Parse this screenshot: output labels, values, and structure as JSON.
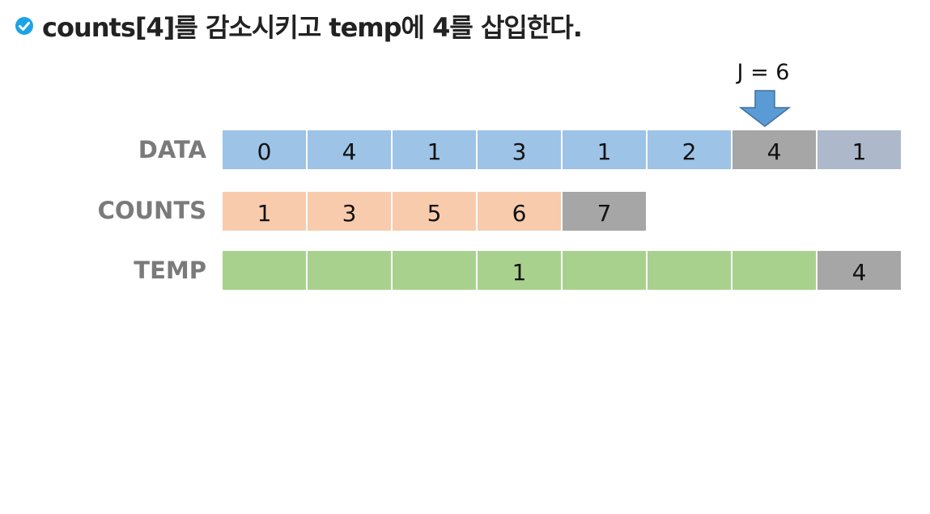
{
  "title": "counts[4]를 감소시키고 temp에 4를 삽입한다.",
  "pointer": {
    "label": "J = 6",
    "index": 6
  },
  "colors": {
    "data": "#9dc3e6",
    "data_last": "#adb9ca",
    "counts": "#f8cbad",
    "temp": "#a9d18e",
    "highlight": "#a6a6a6",
    "arrow": "#5b9bd5",
    "check": "#1aa3e8"
  },
  "rows": [
    {
      "label": "DATA",
      "cells": [
        "0",
        "4",
        "1",
        "3",
        "1",
        "2",
        "4",
        "1"
      ],
      "fill": [
        "data",
        "data",
        "data",
        "data",
        "data",
        "data",
        "highlight",
        "data_last"
      ]
    },
    {
      "label": "COUNTS",
      "cells": [
        "1",
        "3",
        "5",
        "6",
        "7"
      ],
      "fill": [
        "counts",
        "counts",
        "counts",
        "counts",
        "highlight"
      ]
    },
    {
      "label": "TEMP",
      "cells": [
        "",
        "",
        "",
        "1",
        "",
        "",
        "",
        "4"
      ],
      "fill": [
        "temp",
        "temp",
        "temp",
        "temp",
        "temp",
        "temp",
        "temp",
        "highlight"
      ]
    }
  ]
}
